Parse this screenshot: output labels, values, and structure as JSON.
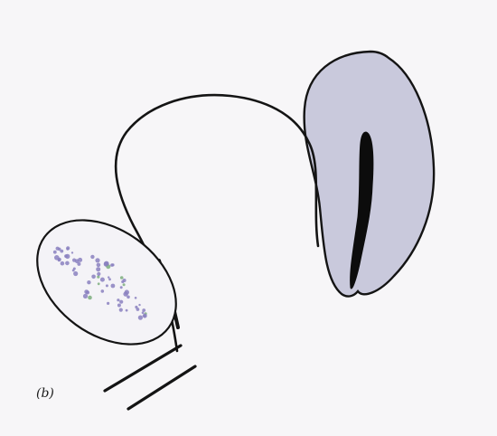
{
  "figure": {
    "panel_label": "(b)",
    "colors": {
      "background": "#f7f6f8",
      "outline": "#141414",
      "kidney_fill": "#c9c9dc",
      "hilum_fill": "#0c0c0c",
      "gland_fill": "#f4f3f7",
      "dot_purple": "#8a80bf",
      "dot_green": "#7cae7e"
    },
    "shapes": [
      "kidney-shape",
      "hilum-slit",
      "connecting-duct",
      "oval-gland",
      "gland-granules",
      "parallel-bars"
    ]
  }
}
